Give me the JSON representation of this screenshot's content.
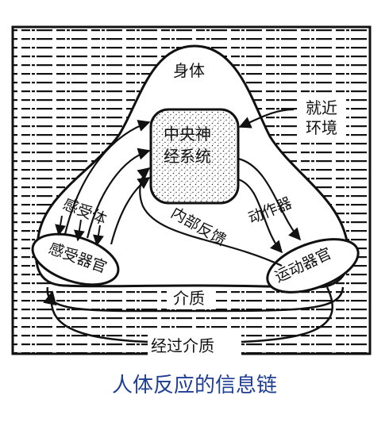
{
  "labels": {
    "body": "身体",
    "environment_line1": "就近",
    "environment_line2": "环境",
    "cns_line1": "中央神",
    "cns_line2": "经系统",
    "receptor_body": "感受体",
    "receptor_organ": "感受器官",
    "internal_feedback": "内部反馈",
    "effector": "动作器",
    "motor_organ": "运动器官",
    "medium": "介质",
    "via_medium": "经过介质"
  },
  "caption": "人体反应的信息链",
  "colors": {
    "ink": "#111111",
    "caption": "#1f3f94",
    "background": "#ffffff"
  }
}
